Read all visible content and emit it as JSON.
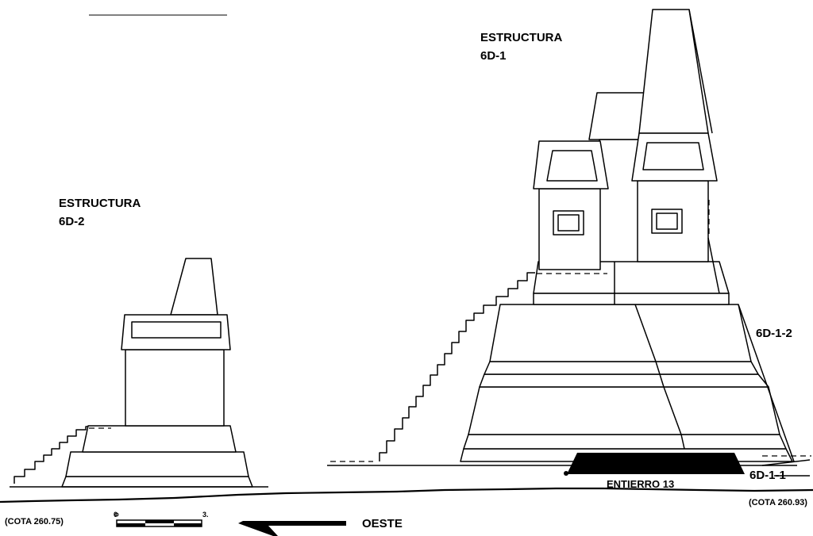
{
  "structure_6d2": {
    "title": "ESTRUCTURA",
    "code": "6D-2"
  },
  "structure_6d1": {
    "title": "ESTRUCTURA",
    "code": "6D-1"
  },
  "labels": {
    "phase_6d12": "6D-1-2",
    "phase_6d11": "6D-1-1",
    "burial": "ENTIERRO 13",
    "elevation_left": "(COTA 260.75)",
    "elevation_right": "(COTA 260.93)",
    "direction": "OESTE"
  },
  "scale": {
    "start": "0",
    "end": "3."
  },
  "colors": {
    "ink": "#000000",
    "paper": "#ffffff"
  }
}
